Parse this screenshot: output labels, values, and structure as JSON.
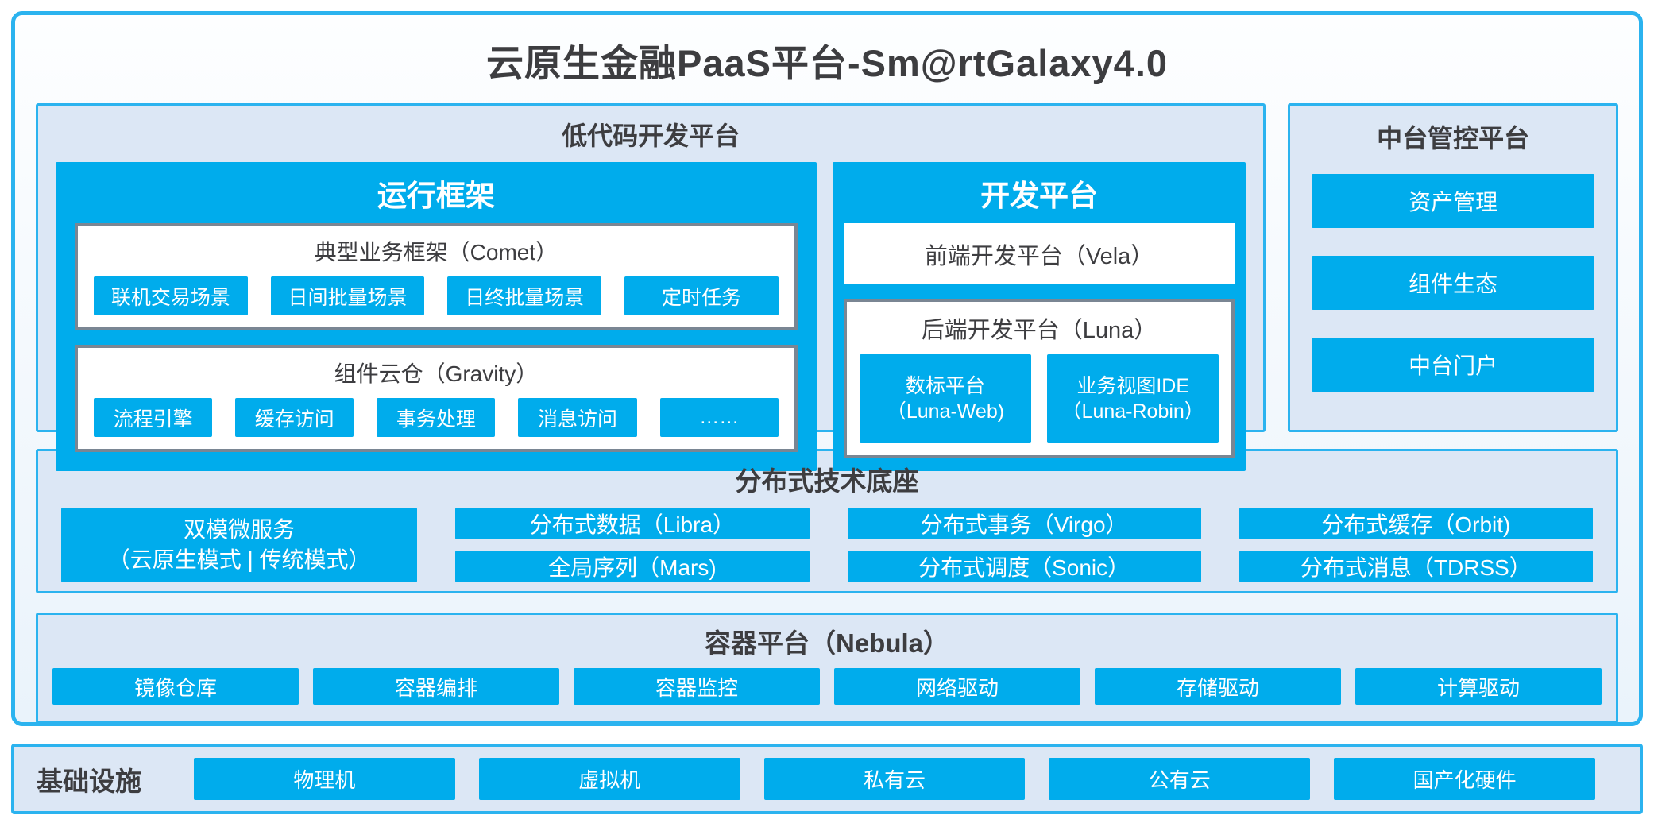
{
  "title": "云原生金融PaaS平台-Sm@rtGalaxy4.0",
  "low_code": {
    "title": "低代码开发平台",
    "runtime": {
      "title": "运行框架",
      "comet": {
        "title": "典型业务框架（Comet）",
        "items": [
          "联机交易场景",
          "日间批量场景",
          "日终批量场景",
          "定时任务"
        ]
      },
      "gravity": {
        "title": "组件云仓（Gravity）",
        "items": [
          "流程引擎",
          "缓存访问",
          "事务处理",
          "消息访问",
          "……"
        ]
      }
    },
    "dev": {
      "title": "开发平台",
      "vela_label": "前端开发平台（Vela）",
      "luna": {
        "title": "后端开发平台（Luna）",
        "items": [
          {
            "line1": "数标平台",
            "line2": "（Luna-Web)"
          },
          {
            "line1": "业务视图IDE",
            "line2": "（Luna-Robin）"
          }
        ]
      }
    }
  },
  "middle_platform": {
    "title": "中台管控平台",
    "items": [
      "资产管理",
      "组件生态",
      "中台门户"
    ]
  },
  "distributed": {
    "title": "分布式技术底座",
    "dual_mode": {
      "line1": "双模微服务",
      "line2": "（云原生模式 | 传统模式）"
    },
    "columns": [
      [
        "分布式数据（Libra）",
        "全局序列（Mars)"
      ],
      [
        "分布式事务（Virgo）",
        "分布式调度（Sonic）"
      ],
      [
        "分布式缓存（Orbit)",
        "分布式消息（TDRSS）"
      ]
    ]
  },
  "container_platform": {
    "title": "容器平台（Nebula）",
    "items": [
      "镜像仓库",
      "容器编排",
      "容器监控",
      "网络驱动",
      "存储驱动",
      "计算驱动"
    ]
  },
  "infrastructure": {
    "label": "基础设施",
    "items": [
      "物理机",
      "虚拟机",
      "私有云",
      "公有云",
      "国产化硬件"
    ]
  },
  "colors": {
    "accent_fill": "#00ACEC",
    "accent_border": "#2BB3EF",
    "panel_bg": "#DCE7F5",
    "gray_border": "#7A8693",
    "text_dark": "#3D3D40"
  }
}
